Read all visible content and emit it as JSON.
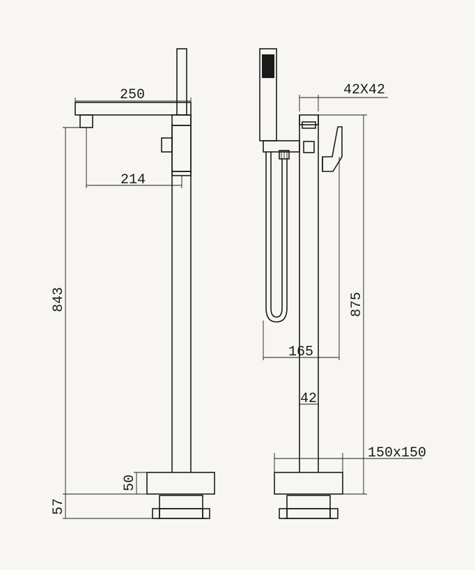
{
  "dimensions": {
    "spout_length": "250",
    "spout_reach": "214",
    "height_left": "843",
    "base_plate_height": "50",
    "foot_height": "57",
    "pipe_section": "42X42",
    "height_right": "875",
    "handset_offset": "165",
    "pipe_width": "42",
    "base_size": "150x150"
  }
}
